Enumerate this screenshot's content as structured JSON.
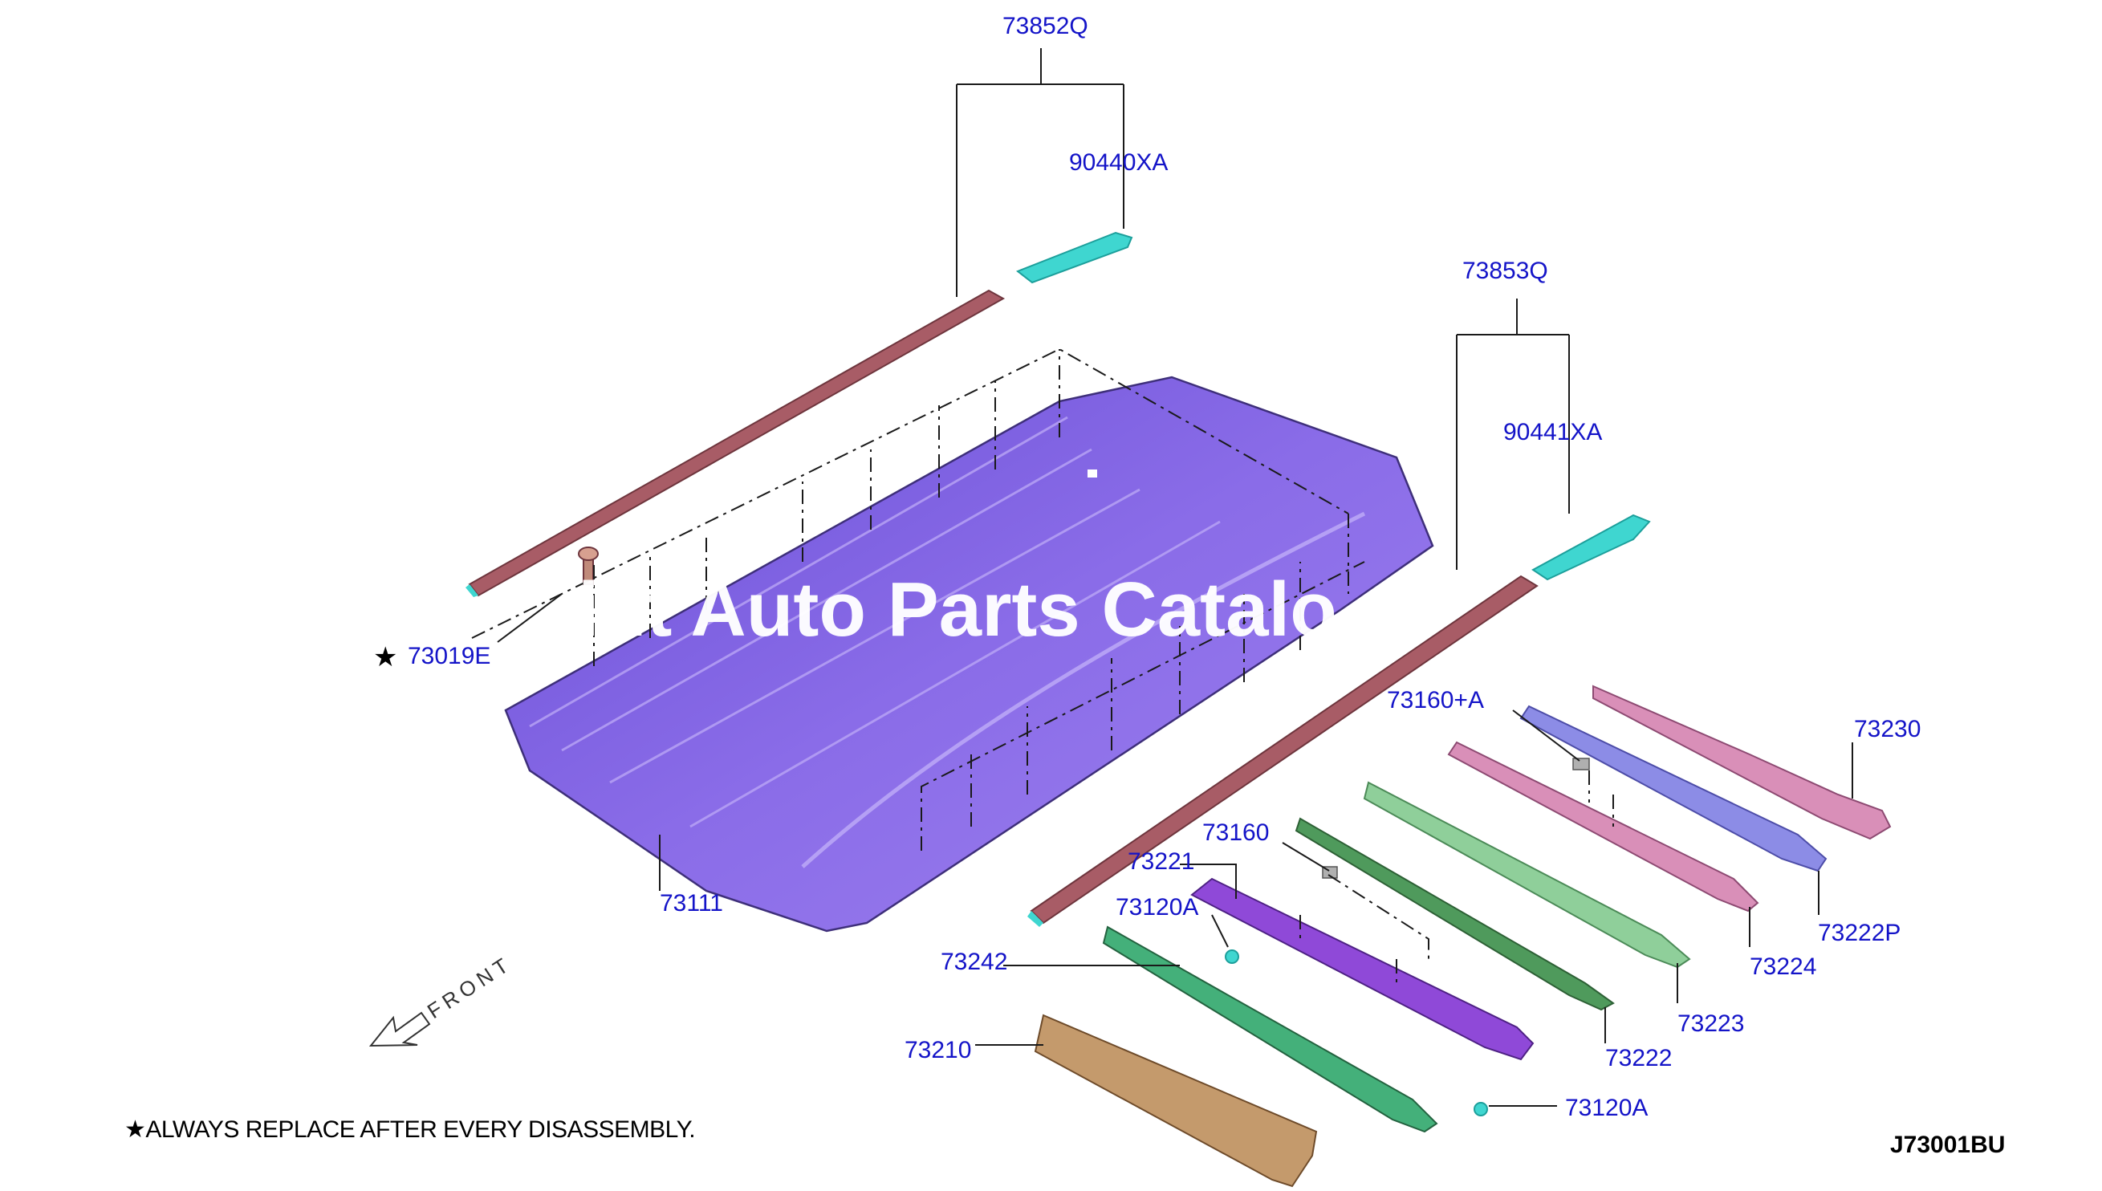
{
  "diagram": {
    "labels": {
      "p73852Q": "73852Q",
      "p90440XA": "90440XA",
      "p73853Q": "73853Q",
      "p90441XA": "90441XA",
      "p73019E": "73019E",
      "p73111": "73111",
      "p73160A_plus": "73160+A",
      "p73230": "73230",
      "p73160": "73160",
      "p73221": "73221",
      "p73120A_upper": "73120A",
      "p73242": "73242",
      "p73210": "73210",
      "p73222P": "73222P",
      "p73224": "73224",
      "p73223": "73223",
      "p73222": "73222",
      "p73120A_lower": "73120A"
    },
    "front_label": "FRONT",
    "note": "★ALWAYS REPLACE AFTER EVERY DISASSEMBLY.",
    "star_symbol": "★",
    "diagram_code": "J73001BU",
    "watermark": "int Auto Parts Catalo"
  },
  "colors": {
    "label": "#1414c8",
    "roof_panel": "#8c6ee0",
    "roof_molding": "#a85c66",
    "molding_clip": "#3fd6d0",
    "bow_pink": "#d98fb8",
    "bow_blue": "#8c8ce6",
    "bow_green_light": "#8fcf9a",
    "bow_green_dark": "#4f9a5c",
    "bow_purple": "#8f49d8",
    "bow_green_front": "#44b07a",
    "header_brown": "#c49a6c"
  }
}
